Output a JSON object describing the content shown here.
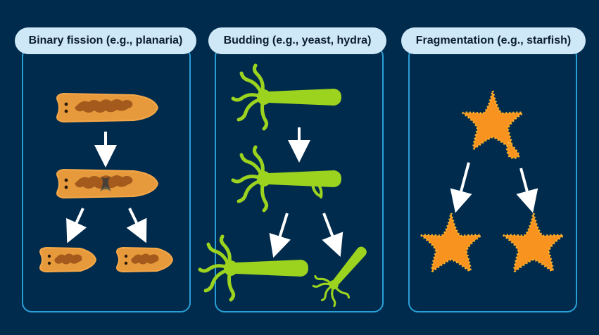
{
  "panels": [
    {
      "title": "Binary fission (e.g., planaria)"
    },
    {
      "title": "Budding (e.g., yeast, hydra)"
    },
    {
      "title": "Fragmentation (e.g., starfish)"
    }
  ],
  "colors": {
    "background": "#002b4d",
    "panel_border": "#2a9fd6",
    "pill": "#cfe8f7",
    "planaria_body": "#e79a3c",
    "planaria_gut": "#a45a1c",
    "hydra": "#9bd31f",
    "starfish": "#f7931e",
    "arrow": "#ffffff"
  }
}
